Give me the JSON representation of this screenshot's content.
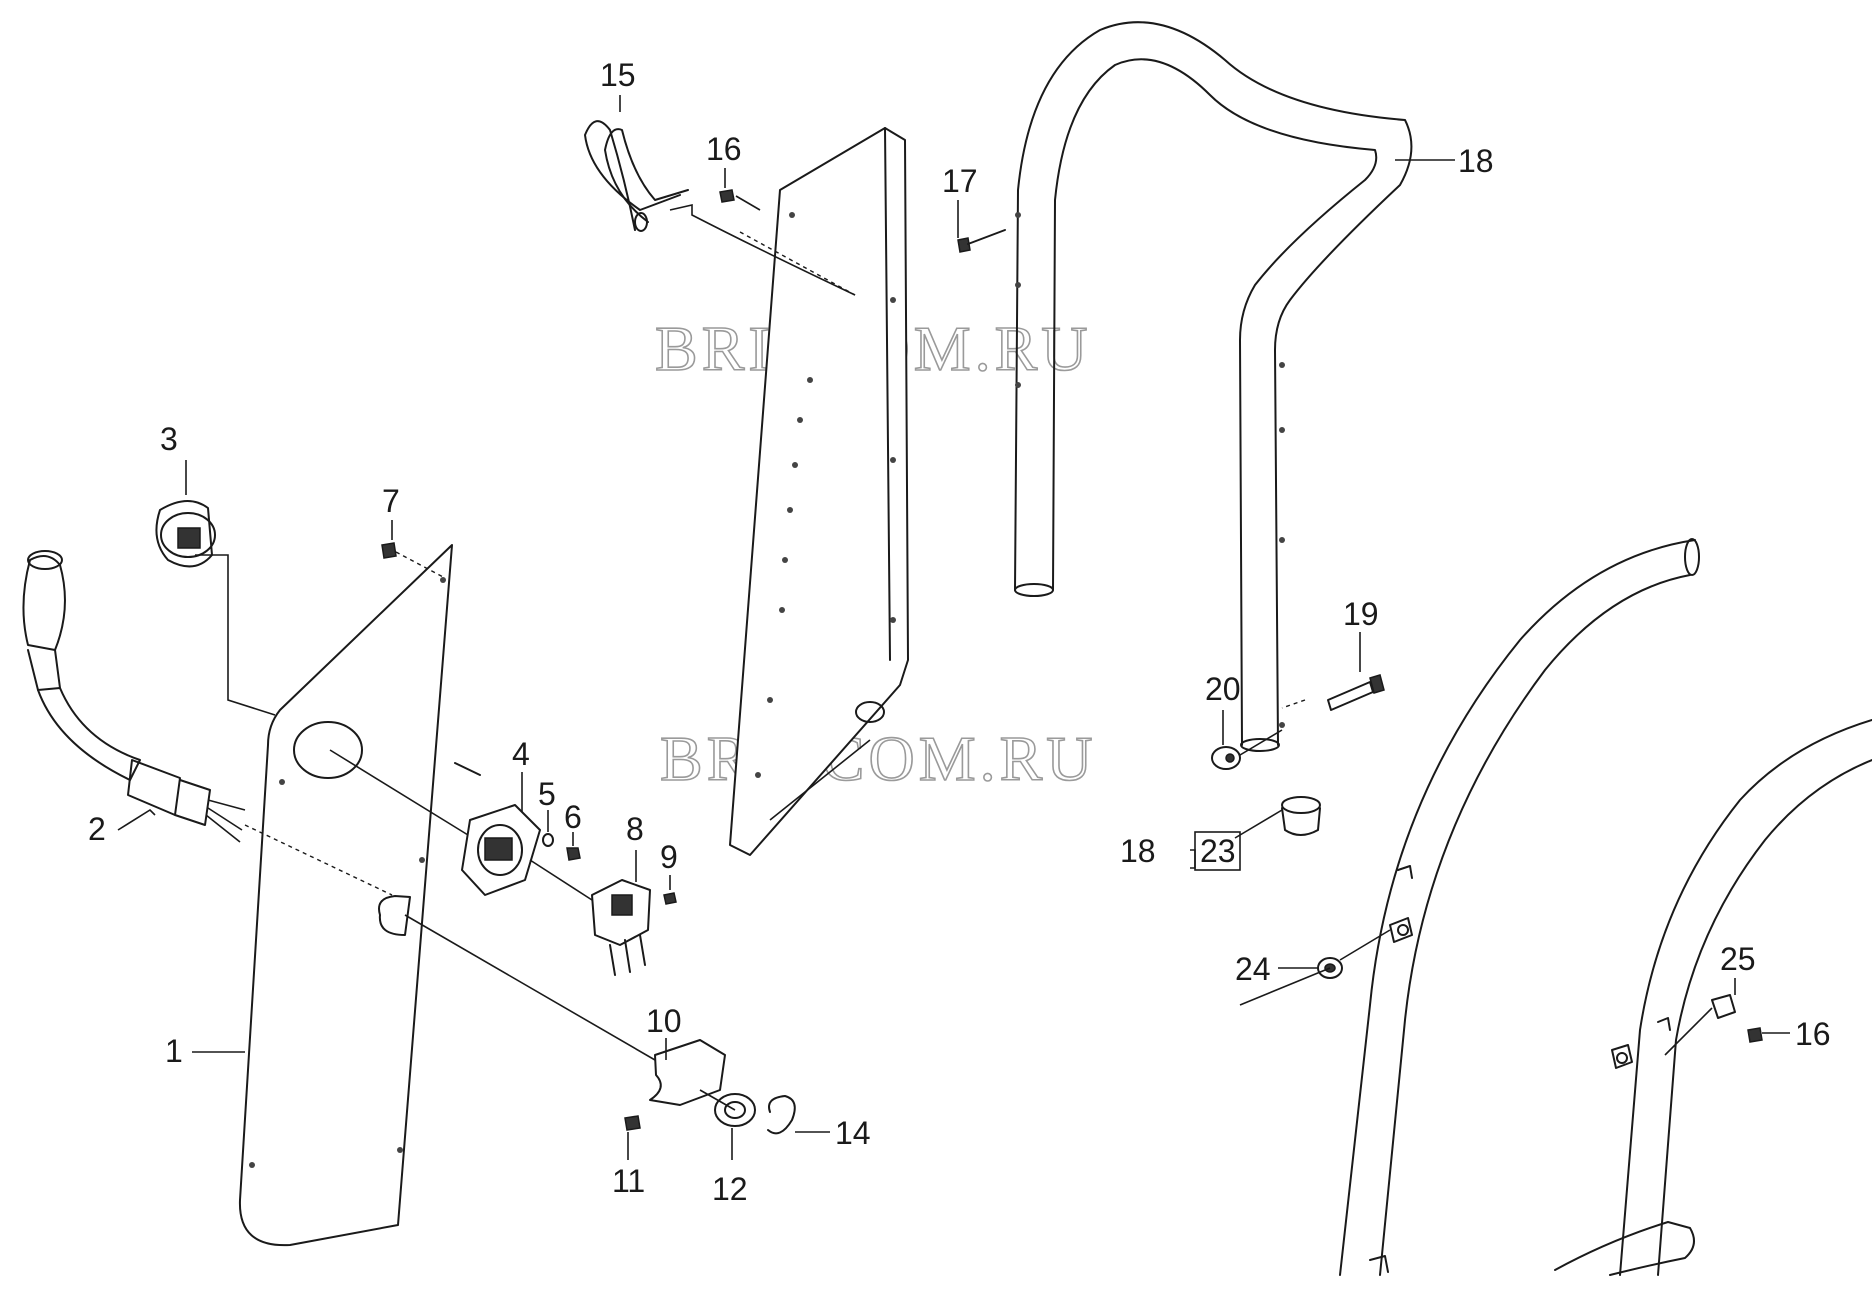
{
  "watermark": {
    "text": "BRIZCOM.RU"
  },
  "callouts": {
    "c1": "1",
    "c2": "2",
    "c3": "3",
    "c4": "4",
    "c5": "5",
    "c6": "6",
    "c7": "7",
    "c8": "8",
    "c9": "9",
    "c10": "10",
    "c11": "11",
    "c12": "12",
    "c14": "14",
    "c15": "15",
    "c16a": "16",
    "c16b": "16",
    "c17": "17",
    "c18a": "18",
    "c18b": "18",
    "c19": "19",
    "c20": "20",
    "c23": "23",
    "c24": "24",
    "c25": "25"
  }
}
